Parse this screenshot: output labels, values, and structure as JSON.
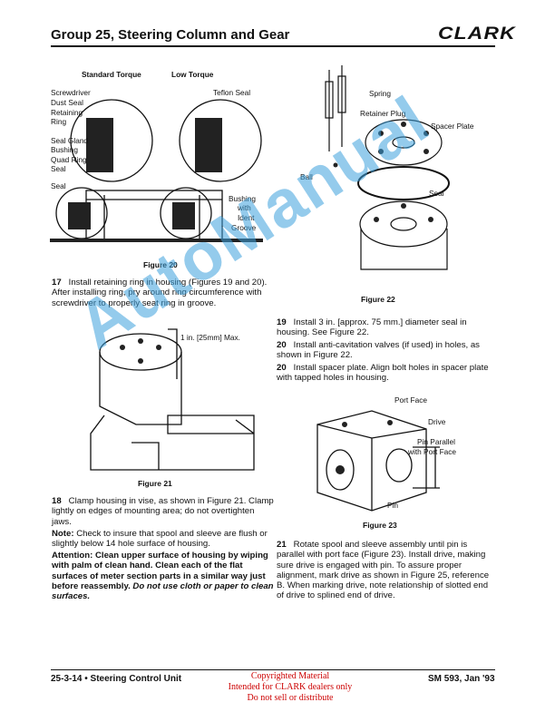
{
  "header": {
    "title": "Group 25, Steering Column and Gear",
    "logo": "CLARK"
  },
  "figure20": {
    "caption": "Figure 20",
    "labels": [
      "Standard Torque",
      "Low Torque",
      "Screwdriver",
      "Teflon Seal",
      "Dust Seal",
      "Retaining",
      "Ring",
      "Seal Gland",
      "Bushing",
      "Quad Ring",
      "Seal",
      "Seal",
      "Bushing",
      "with",
      "Ident",
      "Groove"
    ]
  },
  "figure22": {
    "caption": "Figure 22",
    "labels": [
      "Spring",
      "Retainer Plug",
      "Spacer Plate",
      "Ball",
      "Seal"
    ]
  },
  "figure21": {
    "caption": "Figure 21",
    "labels": [
      "1 in. [25mm] Max."
    ]
  },
  "figure23": {
    "caption": "Figure 23",
    "labels": [
      "Port Face",
      "Drive",
      "Pin Parallel",
      "with Port Face",
      "Pin"
    ]
  },
  "steps": {
    "s17": {
      "num": "17",
      "text": "Install retaining ring in housing (Figures 19 and 20). After installing ring, pry around ring circumference with screwdriver to properly seat ring in groove."
    },
    "s19": {
      "num": "19",
      "text": "Install 3 in. [approx. 75 mm.] diameter seal in housing. See Figure 22."
    },
    "s20a": {
      "num": "20",
      "text": "Install anti-cavitation valves (if used) in holes, as shown in Figure 22."
    },
    "s20b": {
      "num": "20",
      "text": "Install spacer plate. Align bolt holes in spacer plate with tapped holes in housing."
    },
    "s18": {
      "num": "18",
      "text": "Clamp housing in vise, as shown in Figure 21. Clamp lightly on edges of mounting area; do not overtighten jaws."
    },
    "note": {
      "label": "Note:",
      "text": "Check to insure that spool and sleeve are flush or slightly below 14 hole surface of housing."
    },
    "attention": {
      "label": "Attention:",
      "text": "Clean upper surface of housing by wiping with palm of clean hand. Clean each of the flat surfaces of meter section parts in a similar way just before reassembly.",
      "italic": "Do not use cloth or paper to clean surfaces."
    },
    "s21": {
      "num": "21",
      "text": "Rotate spool and sleeve assembly until pin is parallel with port face (Figure 23). Install drive, making sure drive is engaged with pin. To assure proper alignment, mark drive as shown in Figure 25, reference B. When marking drive, note relationship of slotted end of drive to splined end of drive."
    }
  },
  "footer": {
    "left": "25-3-14  •  Steering Control Unit",
    "right": "SM 593, Jan '93",
    "copyright": [
      "Copyrighted Material",
      "Intended for CLARK dealers only",
      "Do not sell or distribute"
    ]
  },
  "watermark": "AutoManual"
}
